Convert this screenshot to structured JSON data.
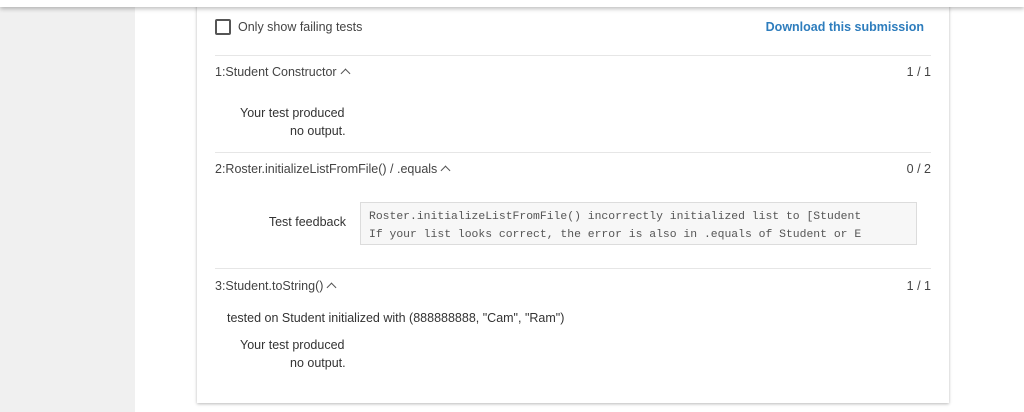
{
  "toolbar": {
    "filter_label": "Only show failing tests",
    "download_label": "Download this submission"
  },
  "tests": [
    {
      "title": "1:Student Constructor",
      "score": "1 / 1",
      "output_line1": "Your test produced",
      "output_line2": "no output."
    },
    {
      "title": "2:Roster.initializeListFromFile() / .equals",
      "score": "0 / 2",
      "feedback_label": "Test feedback",
      "feedback_line1": "Roster.initializeListFromFile() incorrectly initialized list to [Student",
      "feedback_line2": "If your list looks correct, the error is also in .equals of Student or E"
    },
    {
      "title": "3:Student.toString()",
      "score": "1 / 1",
      "tested_on": "tested on Student initialized with (888888888, \"Cam\", \"Ram\")",
      "output_line1": "Your test produced",
      "output_line2": "no output."
    }
  ],
  "colors": {
    "link": "#2e7dbd",
    "background": "#f0f0f0"
  }
}
